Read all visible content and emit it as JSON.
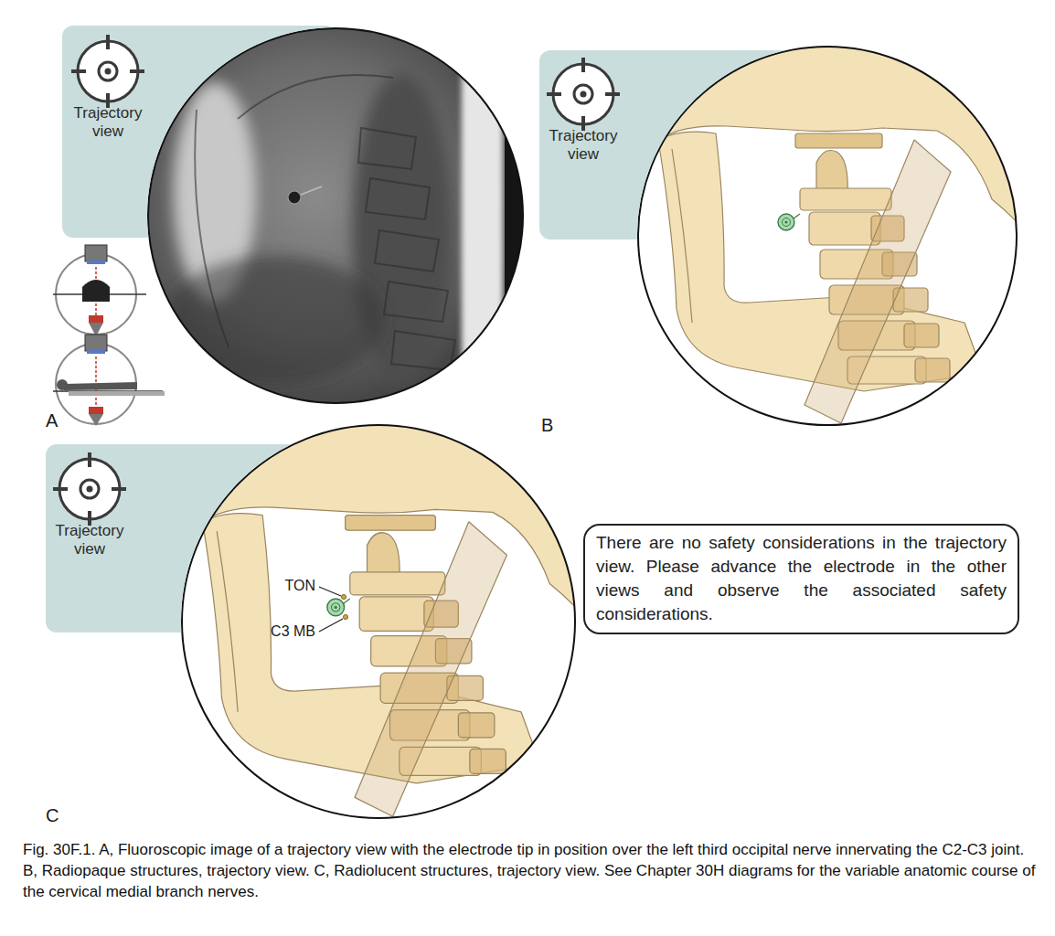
{
  "diagram": {
    "caption": "Fig. 30F.1. A, Fluoroscopic image of a trajectory view with the electrode tip in position over the left third occipital nerve innervating the C2-C3 joint. B, Radiopaque structures, trajectory view. C, Radiolucent structures, trajectory view. See Chapter 30H diagrams for the variable anatomic course of the cervical medial branch nerves.",
    "nodes": [
      {
        "text": [
          "Trajectory view"
        ]
      },
      {
        "text": [
          "Trajectory view"
        ]
      },
      {
        "text": [
          "Trajectory view"
        ]
      },
      {
        "text": [
          "There are no safety considerations in the trajectory view. Please advance the electrode in the other views and observe the associated safety considerations."
        ]
      }
    ],
    "labels": [
      "A",
      "B",
      "TON",
      "C3 MB",
      "C"
    ]
  }
}
